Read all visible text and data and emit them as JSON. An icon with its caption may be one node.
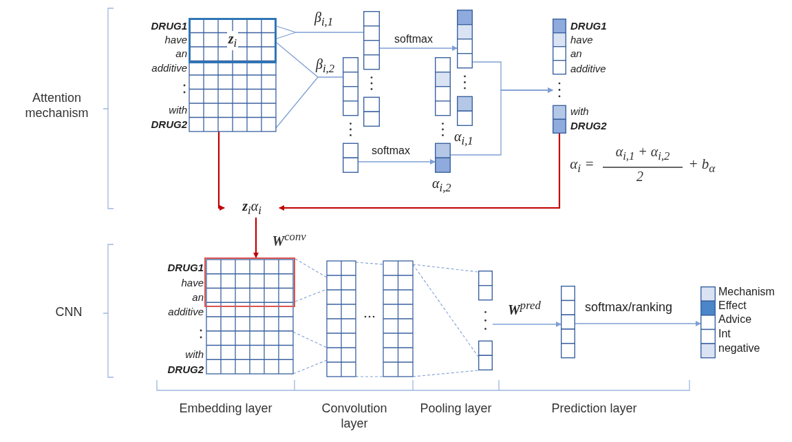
{
  "diagram": {
    "nodes": [
      {
        "text": [],
        "shape": "box",
        "beside": [
          "DRUG1",
          "have",
          "an",
          "additive",
          "with",
          "DRUG2"
        ]
      },
      {
        "text": [
          "**z**$_{i}$"
        ],
        "in": 0
      },
      {
        "text": [],
        "shape": "bar"
      },
      {
        "text": [],
        "shape": "bar"
      },
      {
        "text": [],
        "shape": "bar",
        "beside": [
          "α$_{i,1}$"
        ]
      },
      {
        "text": [],
        "shape": "bar",
        "beside": [
          "α$_{i,2}$"
        ]
      },
      {
        "text": [],
        "shape": "bar",
        "beside": [
          "DRUG1",
          "have",
          "an",
          "additive",
          "with",
          "DRUG2"
        ]
      },
      {
        "text": [
          "**z**$_{i}$α$_{i}$"
        ]
      },
      {
        "text": [],
        "shape": "box",
        "beside": [
          "DRUG1",
          "have",
          "an",
          "additive",
          "with",
          "DRUG2"
        ]
      },
      {
        "text": [],
        "shape": "box",
        "in": 8
      },
      {
        "text": [],
        "shape": "box"
      },
      {
        "text": [],
        "shape": "box"
      },
      {
        "text": [],
        "shape": "bar"
      },
      {
        "text": [],
        "shape": "bar"
      },
      {
        "text": [],
        "shape": "bar",
        "beside": [
          "Mechanism",
          "Effect",
          "Advice",
          "Int",
          "negative"
        ]
      }
    ],
    "edges": [
      {
        "from": 1,
        "to": 2,
        "arrow": "none",
        "label": "β$_{i,1}$"
      },
      {
        "from": 1,
        "to": 3,
        "arrow": "none",
        "label": "β$_{i,2}$"
      },
      {
        "from": 2,
        "to": 4,
        "arrow": "to",
        "label": "softmax"
      },
      {
        "from": 3,
        "to": 5,
        "arrow": "to",
        "label": "softmax"
      },
      {
        "from": 4,
        "to": 6,
        "arrow": "to"
      },
      {
        "from": 5,
        "to": 6,
        "arrow": "to"
      },
      {
        "from": 1,
        "to": 7,
        "arrow": "to",
        "color": "#c00000"
      },
      {
        "from": 6,
        "to": 7,
        "arrow": "to",
        "color": "#c00000"
      },
      {
        "from": 7,
        "to": 9,
        "arrow": "to",
        "color": "#c00000"
      },
      {
        "from": 9,
        "to": 10,
        "arrow": "none",
        "style": "dashed"
      },
      {
        "from": 8,
        "to": 10,
        "arrow": "none",
        "style": "dashed"
      },
      {
        "from": 10,
        "to": 11,
        "arrow": "none",
        "style": "dashed"
      },
      {
        "from": 11,
        "to": 12,
        "arrow": "none",
        "style": "dashed"
      },
      {
        "from": 12,
        "to": 13,
        "arrow": "to",
        "label": "**W**$^{pred}$"
      },
      {
        "from": 13,
        "to": 14,
        "arrow": "to",
        "label": "softmax/ranking"
      },
      {
        "from": 11,
        "to": 12,
        "arrow": "none",
        "style": "dashed"
      },
      {
        "from": 11,
        "to": 12,
        "arrow": "none",
        "style": "dashed"
      }
    ],
    "labels": [
      "Attention mechanism",
      "α$_{i}$ =",
      "α$_{i,1}$ + α$_{i,2}$",
      "2",
      "+ b$_{α}$",
      "**W**$^{conv}$",
      "CNN",
      "Embedding layer",
      "Convolution layer",
      "Pooling layer",
      "Prediction layer"
    ]
  }
}
